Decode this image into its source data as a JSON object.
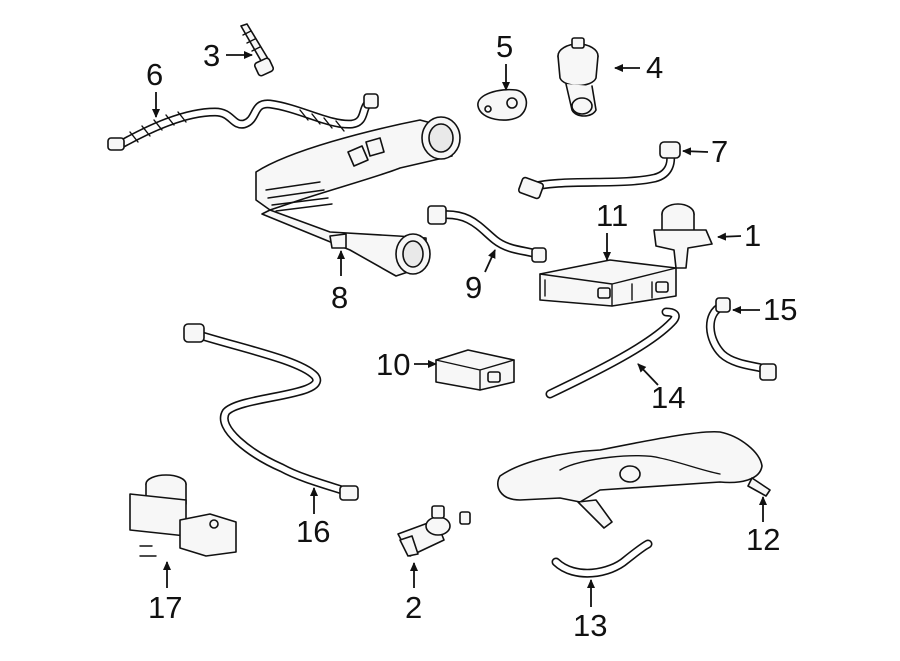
{
  "callouts": [
    {
      "id": "1",
      "label": "1"
    },
    {
      "id": "2",
      "label": "2"
    },
    {
      "id": "3",
      "label": "3"
    },
    {
      "id": "4",
      "label": "4"
    },
    {
      "id": "5",
      "label": "5"
    },
    {
      "id": "6",
      "label": "6"
    },
    {
      "id": "7",
      "label": "7"
    },
    {
      "id": "8",
      "label": "8"
    },
    {
      "id": "9",
      "label": "9"
    },
    {
      "id": "10",
      "label": "10"
    },
    {
      "id": "11",
      "label": "11"
    },
    {
      "id": "12",
      "label": "12"
    },
    {
      "id": "13",
      "label": "13"
    },
    {
      "id": "14",
      "label": "14"
    },
    {
      "id": "15",
      "label": "15"
    },
    {
      "id": "16",
      "label": "16"
    },
    {
      "id": "17",
      "label": "17"
    }
  ],
  "style": {
    "line_color": "#111111",
    "background": "#ffffff"
  }
}
